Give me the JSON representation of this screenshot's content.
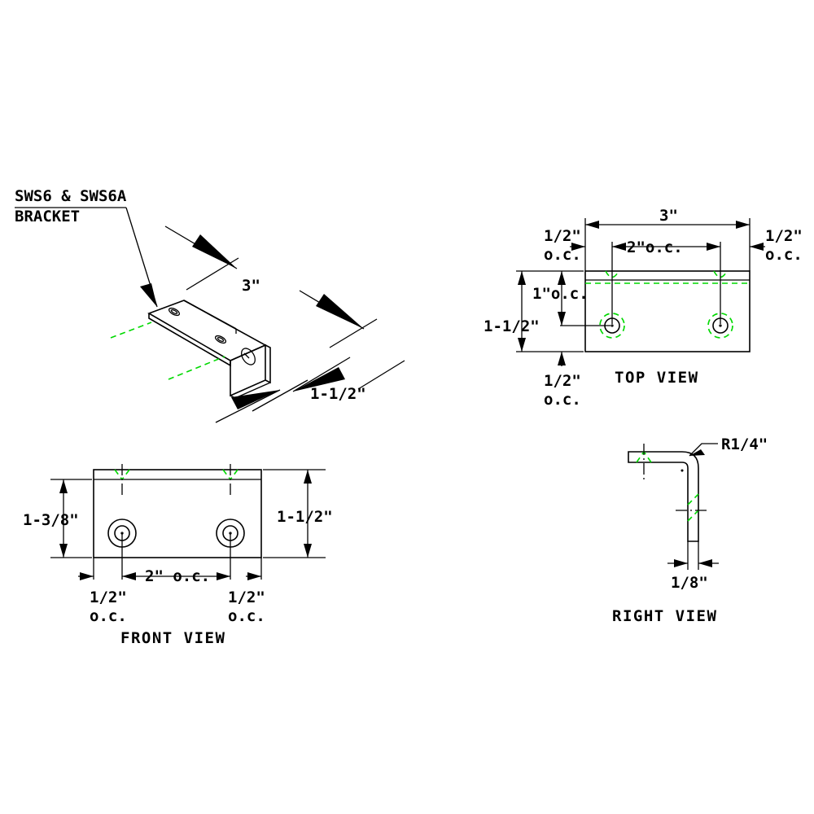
{
  "document": {
    "type": "engineering-drawing",
    "part_label_line1": "SWS6 & SWS6A",
    "part_label_line2": "BRACKET"
  },
  "colors": {
    "line": "#000000",
    "centerline_green": "#00d900",
    "background": "#ffffff"
  },
  "isometric_view": {
    "name": "isometric-view",
    "callout_line1": "SWS6 & SWS6A",
    "callout_line2": "BRACKET",
    "dim_length": "3\"",
    "dim_width": "1-1/2\""
  },
  "top_view": {
    "name": "top-view",
    "title": "TOP VIEW",
    "dim_overall_width": "3\"",
    "dim_left_edge_1": "1/2\"",
    "dim_left_edge_2": "o.c.",
    "dim_right_edge_1": "1/2\"",
    "dim_right_edge_2": "o.c.",
    "dim_hole_spacing": "2\"o.c.",
    "dim_hole_from_top": "1\"o.c.",
    "dim_overall_depth": "1-1/2\"",
    "dim_bottom_1": "1/2\"",
    "dim_bottom_2": "o.c."
  },
  "front_view": {
    "name": "front-view",
    "title": "FRONT VIEW",
    "dim_left_height": "1-3/8\"",
    "dim_right_height": "1-1/2\"",
    "dim_hole_spacing": "2\" o.c.",
    "dim_left_edge_1": "1/2\"",
    "dim_left_edge_2": "o.c.",
    "dim_right_edge_1": "1/2\"",
    "dim_right_edge_2": "o.c."
  },
  "right_view": {
    "name": "right-view",
    "title": "RIGHT VIEW",
    "dim_radius": "R1/4\"",
    "dim_thickness": "1/8\""
  }
}
